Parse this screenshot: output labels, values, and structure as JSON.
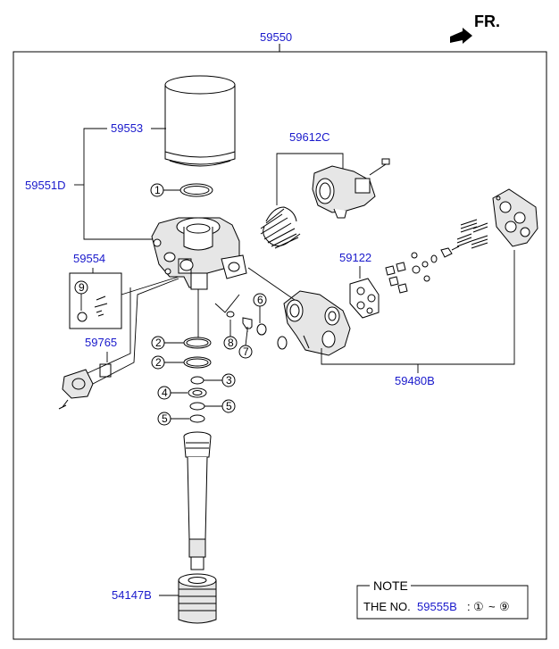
{
  "orientation": {
    "label": "FR."
  },
  "parts": {
    "assembly": "59550",
    "filter": "59553",
    "dryer_body": "59551D",
    "valve_kit": "59554",
    "heater": "59765",
    "governor": "59612C",
    "gasket": "59122",
    "valve_block": "59480B",
    "hose": "54147B"
  },
  "callouts": [
    "1",
    "2",
    "2",
    "3",
    "4",
    "5",
    "5",
    "6",
    "7",
    "8",
    "9"
  ],
  "note": {
    "title": "NOTE",
    "prefix": "THE NO.",
    "part": "59555B",
    "separator": ":",
    "from": "①",
    "tilde": "~",
    "to": "⑨"
  }
}
